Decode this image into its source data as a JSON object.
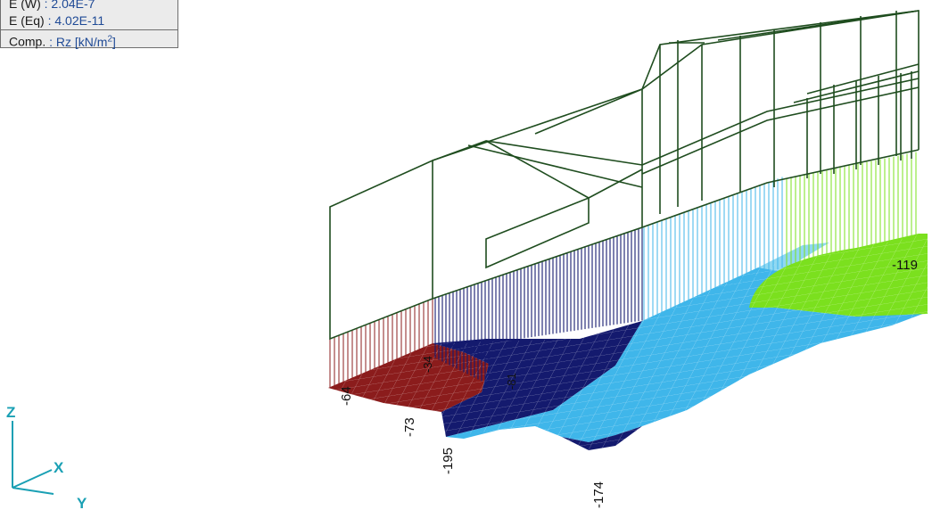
{
  "legend": {
    "rows": [
      {
        "key": "E (W)",
        "value": ": 2.04E-7"
      },
      {
        "key": "E (Eq)",
        "value": ": 4.02E-11"
      }
    ],
    "component_key": "Comp.",
    "component_value": ": Rz [kN/m",
    "component_sup": "2",
    "component_close": "]"
  },
  "result_labels": {
    "l_119": "-119",
    "l_64": "-64",
    "l_73": "-73",
    "l_195": "-195",
    "l_174": "-174",
    "l_34": "-34",
    "l_81": "-81"
  },
  "axes": {
    "z": "Z",
    "x": "X",
    "y": "Y"
  },
  "colors": {
    "frame": "#1f4d1f",
    "red_zone": "#8b1c1c",
    "navy_zone": "#141a6e",
    "blue_zone": "#3fb6ea",
    "light_blue_zone": "#8fd8f2",
    "green_zone": "#7be01e",
    "axis": "#1aa0b4"
  }
}
